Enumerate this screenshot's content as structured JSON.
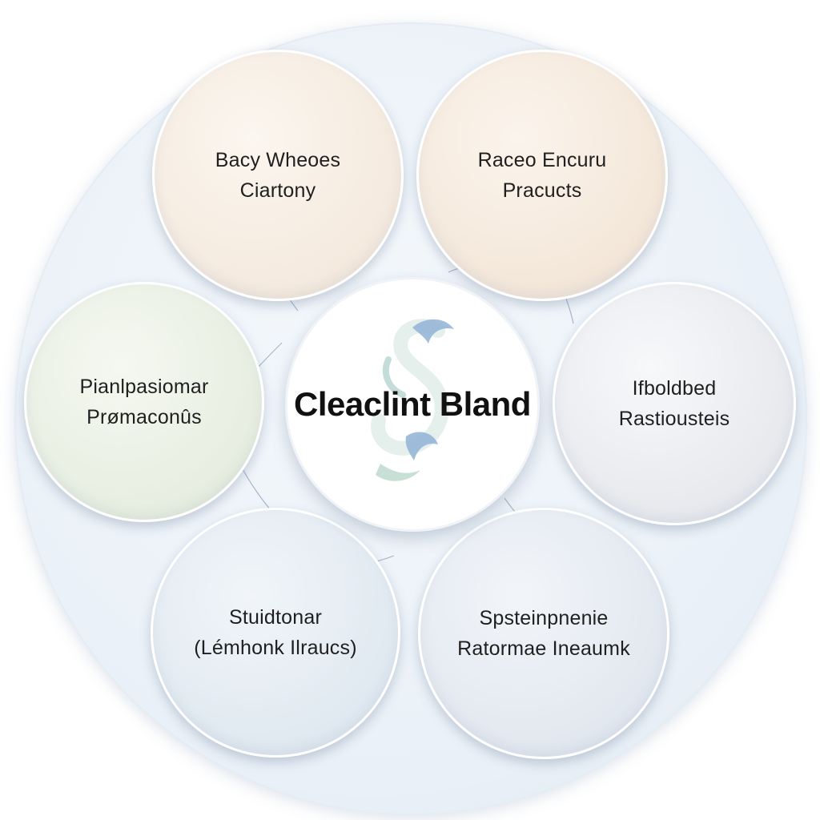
{
  "diagram": {
    "center": {
      "title": "Cleaclint Bland",
      "logo_icon": "s-swirl-logo-icon"
    },
    "nodes": [
      {
        "line1": "Bacy Wheoes",
        "line2": "Ciartony"
      },
      {
        "line1": "Raceo Encuru",
        "line2": "Pracucts"
      },
      {
        "line1": "Pianlpasiomar",
        "line2": "Prømaconûs"
      },
      {
        "line1": "Ifboldbed",
        "line2": "Rastiousteis"
      },
      {
        "line1": "Stuidtonar",
        "line2": "(Lémhonk Ilraucs)"
      },
      {
        "line1": "Spsteinpnenie",
        "line2": "Ratormae Ineaumk"
      }
    ]
  },
  "colors": {
    "backdrop": "#e9f0f7",
    "node_peach": "#f4e9dd",
    "node_green": "#e6eddf",
    "node_grey": "#e6e8ec",
    "node_blue": "#dfe8f0",
    "logo_teal": "#9cc7c0",
    "logo_blue": "#8fb3d6"
  }
}
